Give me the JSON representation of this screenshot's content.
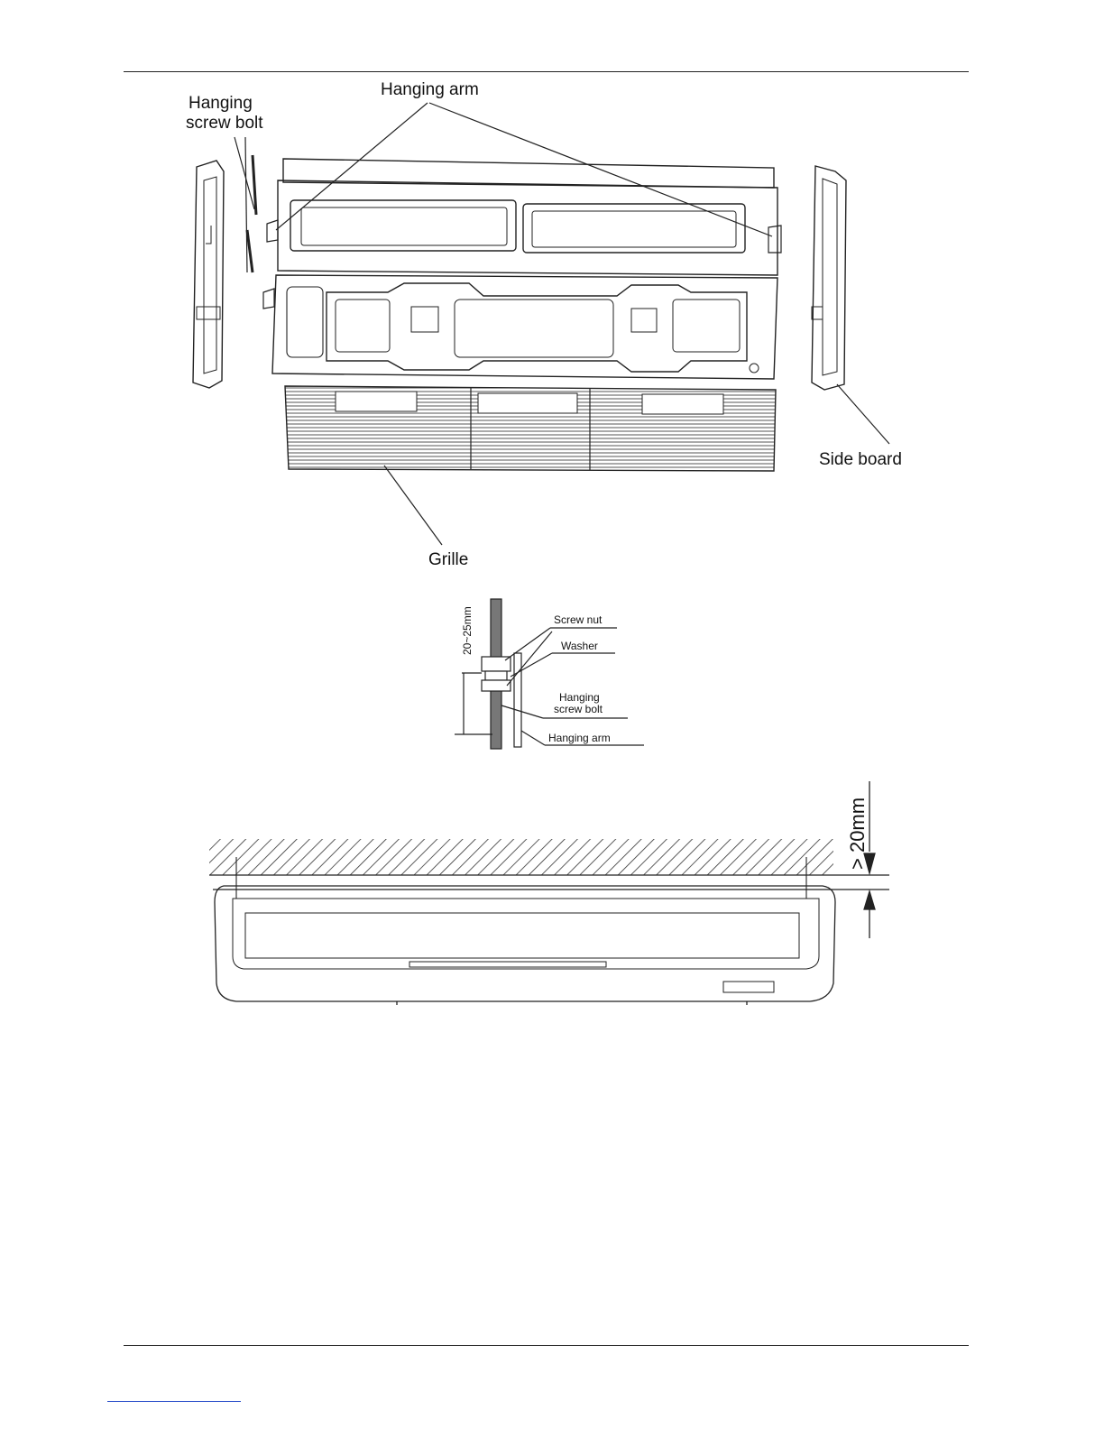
{
  "figure1": {
    "labels": {
      "hanging_screw_bolt_line1": "Hanging",
      "hanging_screw_bolt_line2": "screw bolt",
      "hanging_arm": "Hanging arm",
      "side_board": "Side board",
      "grille": "Grille"
    }
  },
  "figure2": {
    "labels": {
      "dimension": "20~25mm",
      "screw_nut": "Screw nut",
      "washer": "Washer",
      "hanging_screw_bolt_line1": "Hanging",
      "hanging_screw_bolt_line2": "screw bolt",
      "hanging_arm": "Hanging arm"
    }
  },
  "figure3": {
    "labels": {
      "clearance": "> 20mm"
    }
  }
}
